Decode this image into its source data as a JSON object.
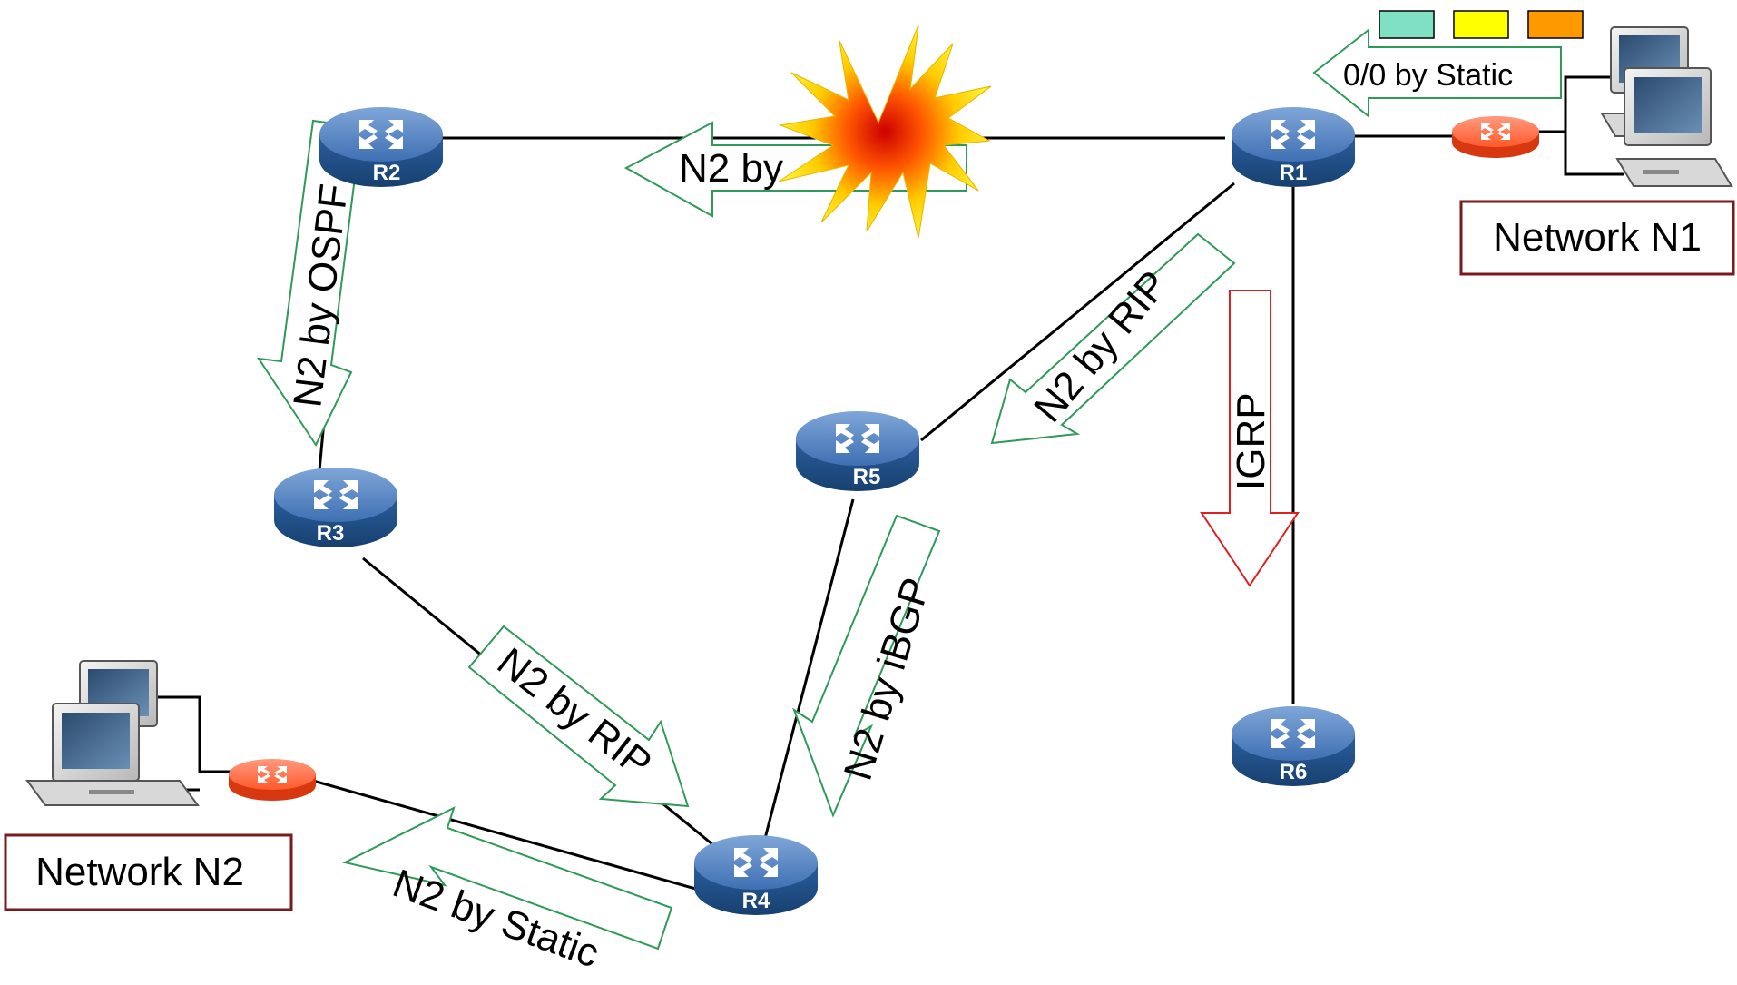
{
  "routers": {
    "r1": "R1",
    "r2": "R2",
    "r3": "R3",
    "r4": "R4",
    "r5": "R5",
    "r6": "R6"
  },
  "networks": {
    "n1": "Network N1",
    "n2": "Network N2"
  },
  "arrows": {
    "static_default": "0/0 by Static",
    "r1_to_r2": "N2 by",
    "ospf": "N2 by OSPF",
    "rip_r3_r4": "N2 by RIP",
    "rip_r1_r5": "N2 by RIP",
    "ibgp": "N2 by iBGP",
    "igrp": "IGRP",
    "static_n2": "N2 by Static"
  },
  "legend_colors": [
    "#7fe0c4",
    "#ffff00",
    "#ff9900"
  ],
  "colors": {
    "router_body": "#1f5596",
    "edge_router": "#ff4a1c",
    "arrow_green": "#2e9a58",
    "arrow_red": "#e02020",
    "network_border": "#7a1a1a"
  }
}
